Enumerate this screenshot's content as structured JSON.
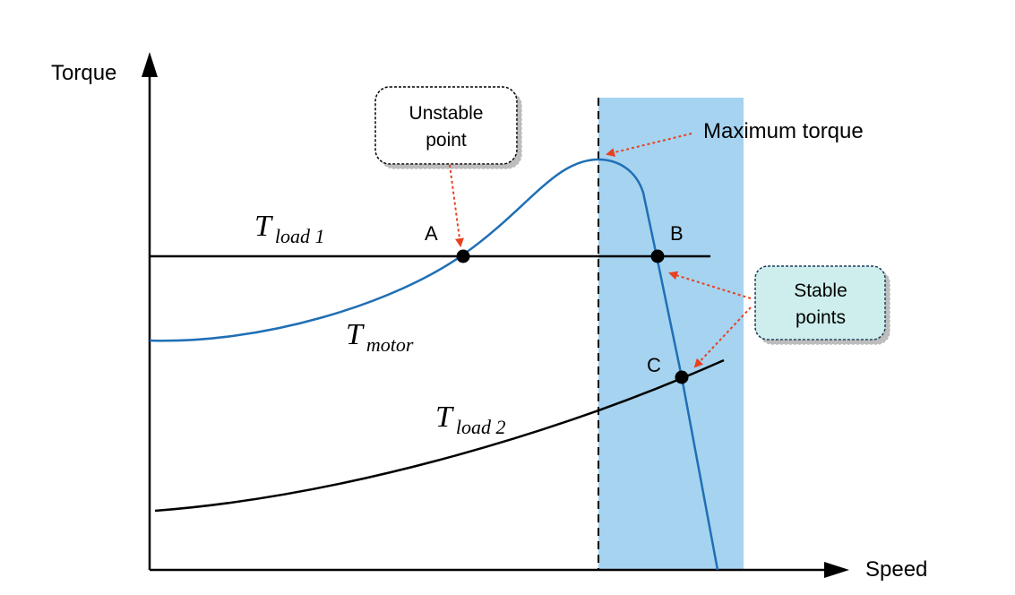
{
  "axes": {
    "y_label": "Torque",
    "x_label": "Speed"
  },
  "curves": {
    "motor": {
      "symbol": "T",
      "subscript": "motor",
      "color": "#1f6fb5"
    },
    "load1": {
      "symbol": "T",
      "subscript": "load 1",
      "color": "#000000"
    },
    "load2": {
      "symbol": "T",
      "subscript": "load 2",
      "color": "#000000"
    }
  },
  "points": {
    "a": "A",
    "b": "B",
    "c": "C"
  },
  "callouts": {
    "unstable": {
      "line1": "Unstable",
      "line2": "point"
    },
    "stable": {
      "line1": "Stable",
      "line2": "points",
      "fill": "#cdeeed"
    },
    "max_torque": "Maximum torque"
  },
  "colors": {
    "stable_region": "#a5d3f0",
    "arrow": "#e8411f"
  }
}
